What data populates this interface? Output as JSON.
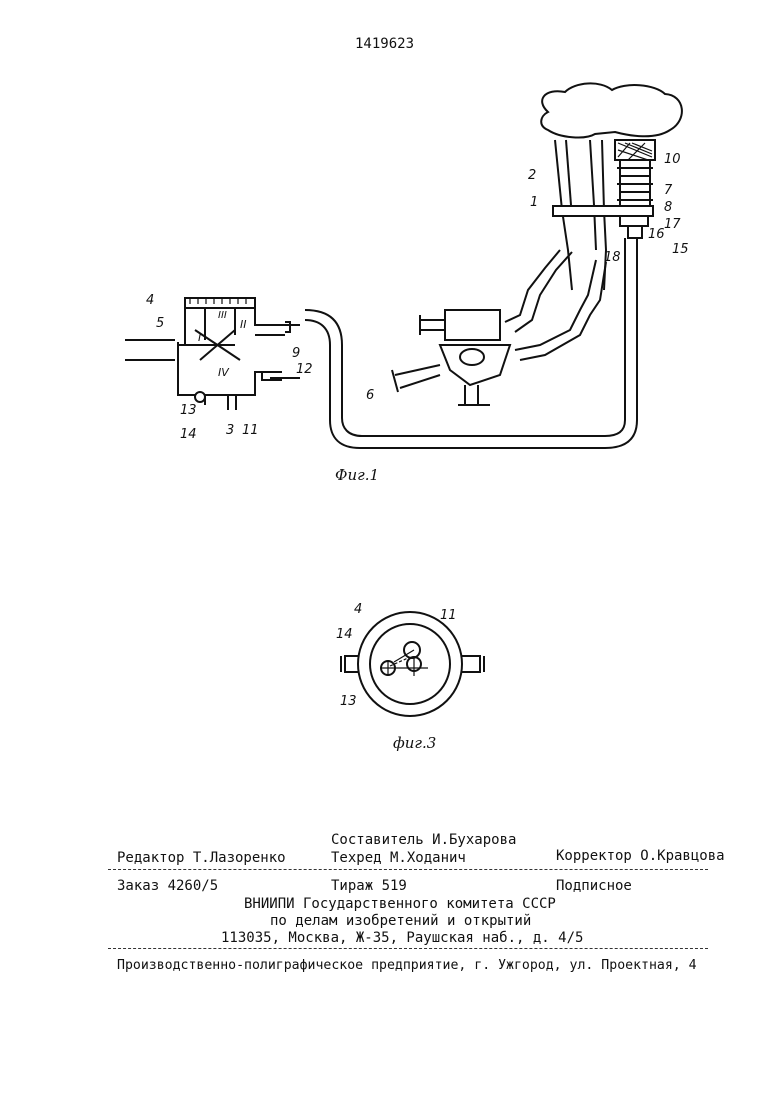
{
  "header": {
    "patent_number": "1419623"
  },
  "fig1": {
    "caption": "Фиг.1",
    "labels": {
      "l10": "10",
      "l2": "2",
      "l7": "7",
      "l1": "1",
      "l8": "8",
      "l17": "17",
      "l16": "16",
      "l15": "15",
      "l18": "18",
      "l4": "4",
      "l5": "5",
      "l9": "9",
      "l12": "12",
      "l6": "6",
      "l13": "13",
      "l14": "14",
      "l3": "3",
      "l11": "11",
      "rI": "I",
      "rII": "II",
      "rIII": "III",
      "rIV": "IV"
    }
  },
  "fig3": {
    "caption": "фиг.3",
    "labels": {
      "l4": "4",
      "l11": "11",
      "l14": "14",
      "l13": "13"
    }
  },
  "footer": {
    "compiler": "Составитель И.Бухарова",
    "editor": "Редактор Т.Лазоренко",
    "techred": "Техред М.Ходанич",
    "corrector": "Корректор О.Кравцова",
    "order": "Заказ 4260/5",
    "circulation": "Тираж 519",
    "subscription": "Подписное",
    "org_line1": "ВНИИПИ Государственного комитета СССР",
    "org_line2": "по делам изобретений и открытий",
    "org_line3": "113035, Москва, Ж-35, Раушская наб., д. 4/5",
    "printer": "Производственно-полиграфическое предприятие, г. Ужгород, ул. Проектная, 4"
  }
}
